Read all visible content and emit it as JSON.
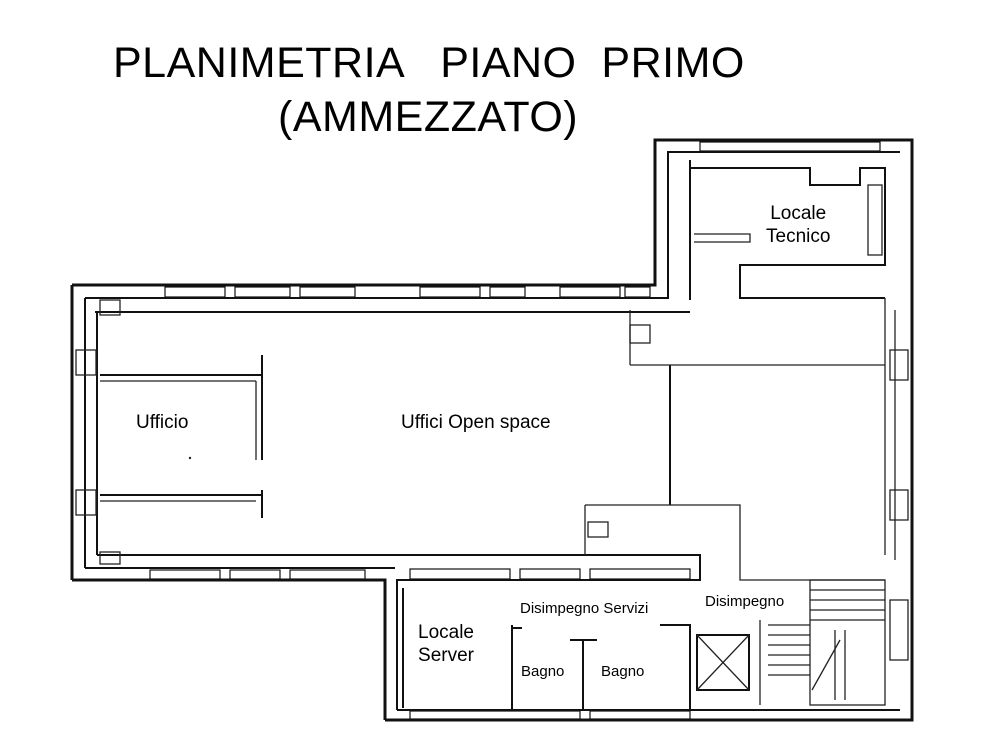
{
  "title": {
    "line1": "PLANIMETRIA   PIANO  PRIMO",
    "line2": "(AMMEZZATO)"
  },
  "rooms": {
    "ufficio": "Ufficio",
    "open_space": "Uffici Open space",
    "locale_tecnico_1": "Locale",
    "locale_tecnico_2": "Tecnico",
    "locale_server_1": "Locale",
    "locale_server_2": "Server",
    "disimpegno_servizi": "Disimpegno Servizi",
    "disimpegno": "Disimpegno",
    "bagno_1": "Bagno",
    "bagno_2": "Bagno"
  }
}
